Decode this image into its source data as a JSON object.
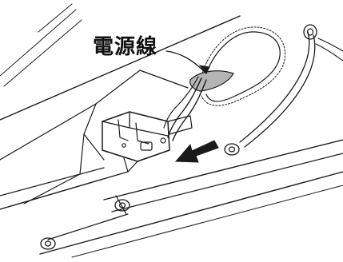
{
  "callout": {
    "label": "電源線"
  },
  "icons": {
    "arrow": "removal-direction-arrow",
    "connector": "terminal-block",
    "cable": "power-cable",
    "screw": "mounting-screw"
  },
  "colors": {
    "ink": "#1a1a1a",
    "gray_fill": "#b5b5b5",
    "paper": "#ffffff"
  }
}
